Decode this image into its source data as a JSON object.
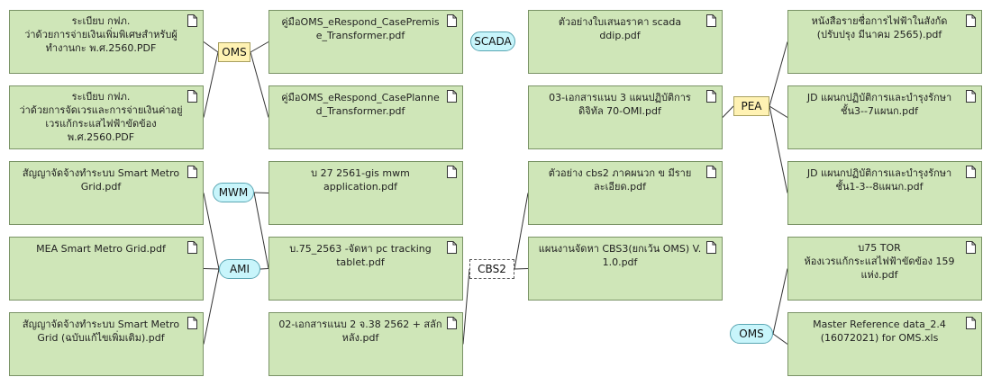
{
  "documents": [
    {
      "id": "d1",
      "text": "ระเบียบ กฟภ.\nว่าด้วยการจ่ายเงินเพิ่มพิเศษสำหรับผู้ทำงานกะ พ.ศ.2560.PDF",
      "icon": "file-icon"
    },
    {
      "id": "d2",
      "text": "ระเบียบ กฟภ.\nว่าด้วยการจัดเวรและการจ่ายเงินค่าอยู่เวรแก้กระแสไฟฟ้าขัดข้อง พ.ศ.2560.PDF",
      "icon": "file-icon"
    },
    {
      "id": "d3",
      "text": "สัญญาจัดจ้างทำระบบ Smart Metro Grid.pdf",
      "icon": "file-icon"
    },
    {
      "id": "d4",
      "text": "MEA Smart Metro Grid.pdf",
      "icon": "file-icon"
    },
    {
      "id": "d5",
      "text": "สัญญาจัดจ้างทำระบบ Smart Metro Grid (ฉบับแก้ไขเพิ่มเติม).pdf",
      "icon": "file-icon"
    },
    {
      "id": "d6",
      "text": "คู่มือOMS_eRespond_CasePremise_Transformer.pdf",
      "icon": "file-icon"
    },
    {
      "id": "d7",
      "text": "คู่มือOMS_eRespond_CasePlanned_Transformer.pdf",
      "icon": "file-icon"
    },
    {
      "id": "d8",
      "text": "บ 27 2561-gis mwm application.pdf",
      "icon": "file-icon"
    },
    {
      "id": "d9",
      "text": "บ.75_2563 -จัดหา pc tracking tablet.pdf",
      "icon": "file-icon"
    },
    {
      "id": "d10",
      "text": "02-เอกสารแนบ 2 จ.38 2562 + สลักหลัง.pdf",
      "icon": "file-icon"
    },
    {
      "id": "d11",
      "text": "ตัวอย่างใบเสนอราคา scada ddip.pdf",
      "icon": "file-icon"
    },
    {
      "id": "d12",
      "text": "03-เอกสารแนบ 3 แผนปฏิบัติการดิจิทัล 70-OMI.pdf",
      "icon": "file-icon"
    },
    {
      "id": "d13",
      "text": "ตัวอย่าง cbs2 ภาคผนวก ข มีรายละเอียด.pdf",
      "icon": "file-icon"
    },
    {
      "id": "d14",
      "text": "แผนงานจัดหา CBS3(ยกเว้น OMS) V. 1.0.pdf",
      "icon": "file-icon"
    },
    {
      "id": "d15",
      "text": "หนังสือรายชื่อการไฟฟ้าในสังกัด (ปรับปรุง มีนาคม 2565).pdf",
      "icon": "file-icon"
    },
    {
      "id": "d16",
      "text": "JD แผนกปฏิบัติการและบำรุงรักษา ชั้น3--7แผนก.pdf",
      "icon": "file-icon"
    },
    {
      "id": "d17",
      "text": "JD แผนกปฏิบัติการและบำรุงรักษา ชั้น1-3--8แผนก.pdf",
      "icon": "file-icon"
    },
    {
      "id": "d18",
      "text": "บ75 TOR\nห้องเวรแก้กระแสไฟฟ้าขัดข้อง 159 แห่ง.pdf",
      "icon": "file-icon"
    },
    {
      "id": "d19",
      "text": "Master Reference data_2.4 (16072021) for OMS.xls",
      "icon": "file-icon"
    }
  ],
  "groups": [
    {
      "id": "g1",
      "label": "OMS",
      "style": "yellow"
    },
    {
      "id": "g2",
      "label": "AMI",
      "style": "cyan"
    },
    {
      "id": "g3",
      "label": "MWM",
      "style": "cyan"
    },
    {
      "id": "g4",
      "label": "SCADA",
      "style": "cyan"
    },
    {
      "id": "g5",
      "label": "CBS2",
      "style": "dashed"
    },
    {
      "id": "g6",
      "label": "PEA",
      "style": "yellow"
    },
    {
      "id": "g7",
      "label": "OMS",
      "style": "cyan"
    }
  ],
  "connections": [
    [
      "g1",
      "d1"
    ],
    [
      "g1",
      "d2"
    ],
    [
      "g1",
      "d6"
    ],
    [
      "g1",
      "d7"
    ],
    [
      "g2",
      "d3"
    ],
    [
      "g2",
      "d4"
    ],
    [
      "g2",
      "d5"
    ],
    [
      "g2",
      "d9"
    ],
    [
      "g3",
      "d8"
    ],
    [
      "g3",
      "d9"
    ],
    [
      "g5",
      "d13"
    ],
    [
      "g5",
      "d14"
    ],
    [
      "g5",
      "d10"
    ],
    [
      "g6",
      "d12"
    ],
    [
      "g6",
      "d15"
    ],
    [
      "g6",
      "d16"
    ],
    [
      "g6",
      "d17"
    ],
    [
      "g7",
      "d18"
    ],
    [
      "g7",
      "d19"
    ]
  ],
  "colors": {
    "doc_fill": "#cfe6b8",
    "doc_border": "#7a9366",
    "yellow_fill": "#fff2b3",
    "cyan_fill": "#c8f5fb",
    "line": "#333333"
  }
}
